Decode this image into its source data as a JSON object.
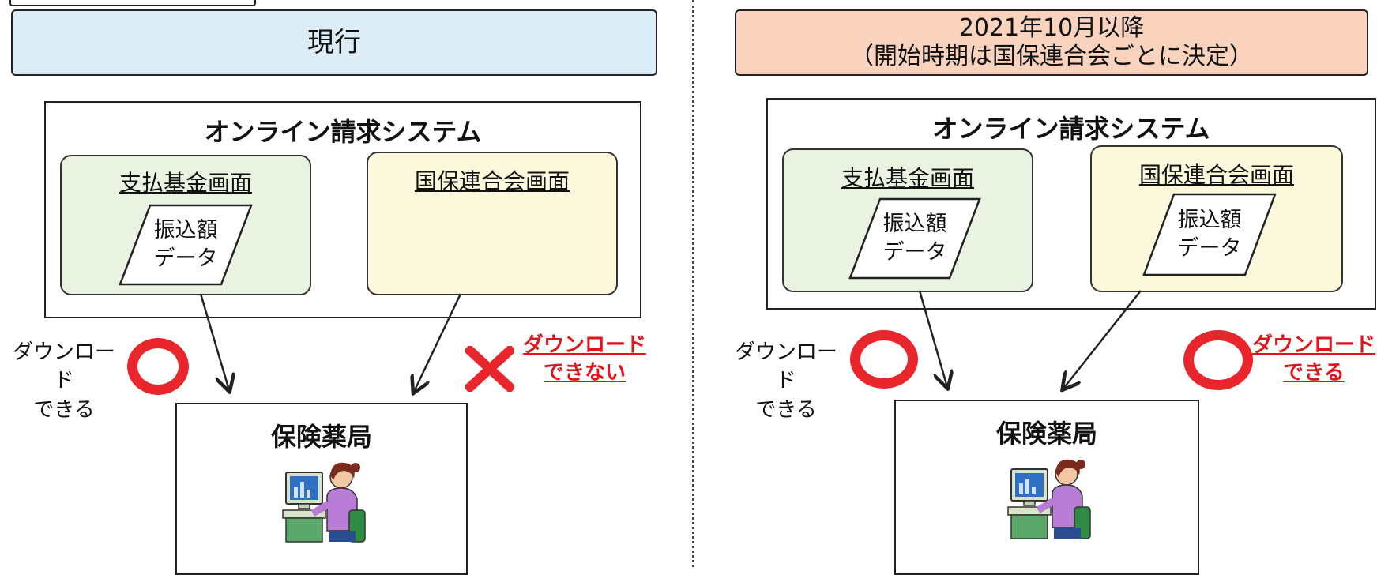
{
  "left": {
    "header": "現行",
    "header_color": "#dcedf7",
    "system_title": "オンライン請求システム",
    "fund_screen": {
      "title": "支払基金画面",
      "data_line1": "振込額",
      "data_line2": "データ"
    },
    "kokuho_screen": {
      "title": "国保連合会画面"
    },
    "download_ok": {
      "line1": "ダウンロード",
      "line2": "できる"
    },
    "download_ng": {
      "line1": "ダウンロード",
      "line2": "できない"
    },
    "pharmacy_title": "保険薬局"
  },
  "right": {
    "header_line1": "2021年10月以降",
    "header_line2": "（開始時期は国保連合会ごとに決定）",
    "header_color": "#f9d3bd",
    "system_title": "オンライン請求システム",
    "fund_screen": {
      "title": "支払基金画面",
      "data_line1": "振込額",
      "data_line2": "データ"
    },
    "kokuho_screen": {
      "title": "国保連合会画面",
      "data_line1": "振込額",
      "data_line2": "データ"
    },
    "download_ok": {
      "line1": "ダウンロード",
      "line2": "できる"
    },
    "download_new": {
      "line1": "ダウンロード",
      "line2": "できる"
    },
    "pharmacy_title": "保険薬局"
  },
  "colors": {
    "fund_screen_bg": "#eaf3e2",
    "kokuho_screen_bg": "#fbf8dc",
    "accent_red": "#e0151b"
  },
  "icons": [
    "circle-ok-icon",
    "cross-ng-icon",
    "pharmacist-computer-icon",
    "arrow-down-icon"
  ]
}
